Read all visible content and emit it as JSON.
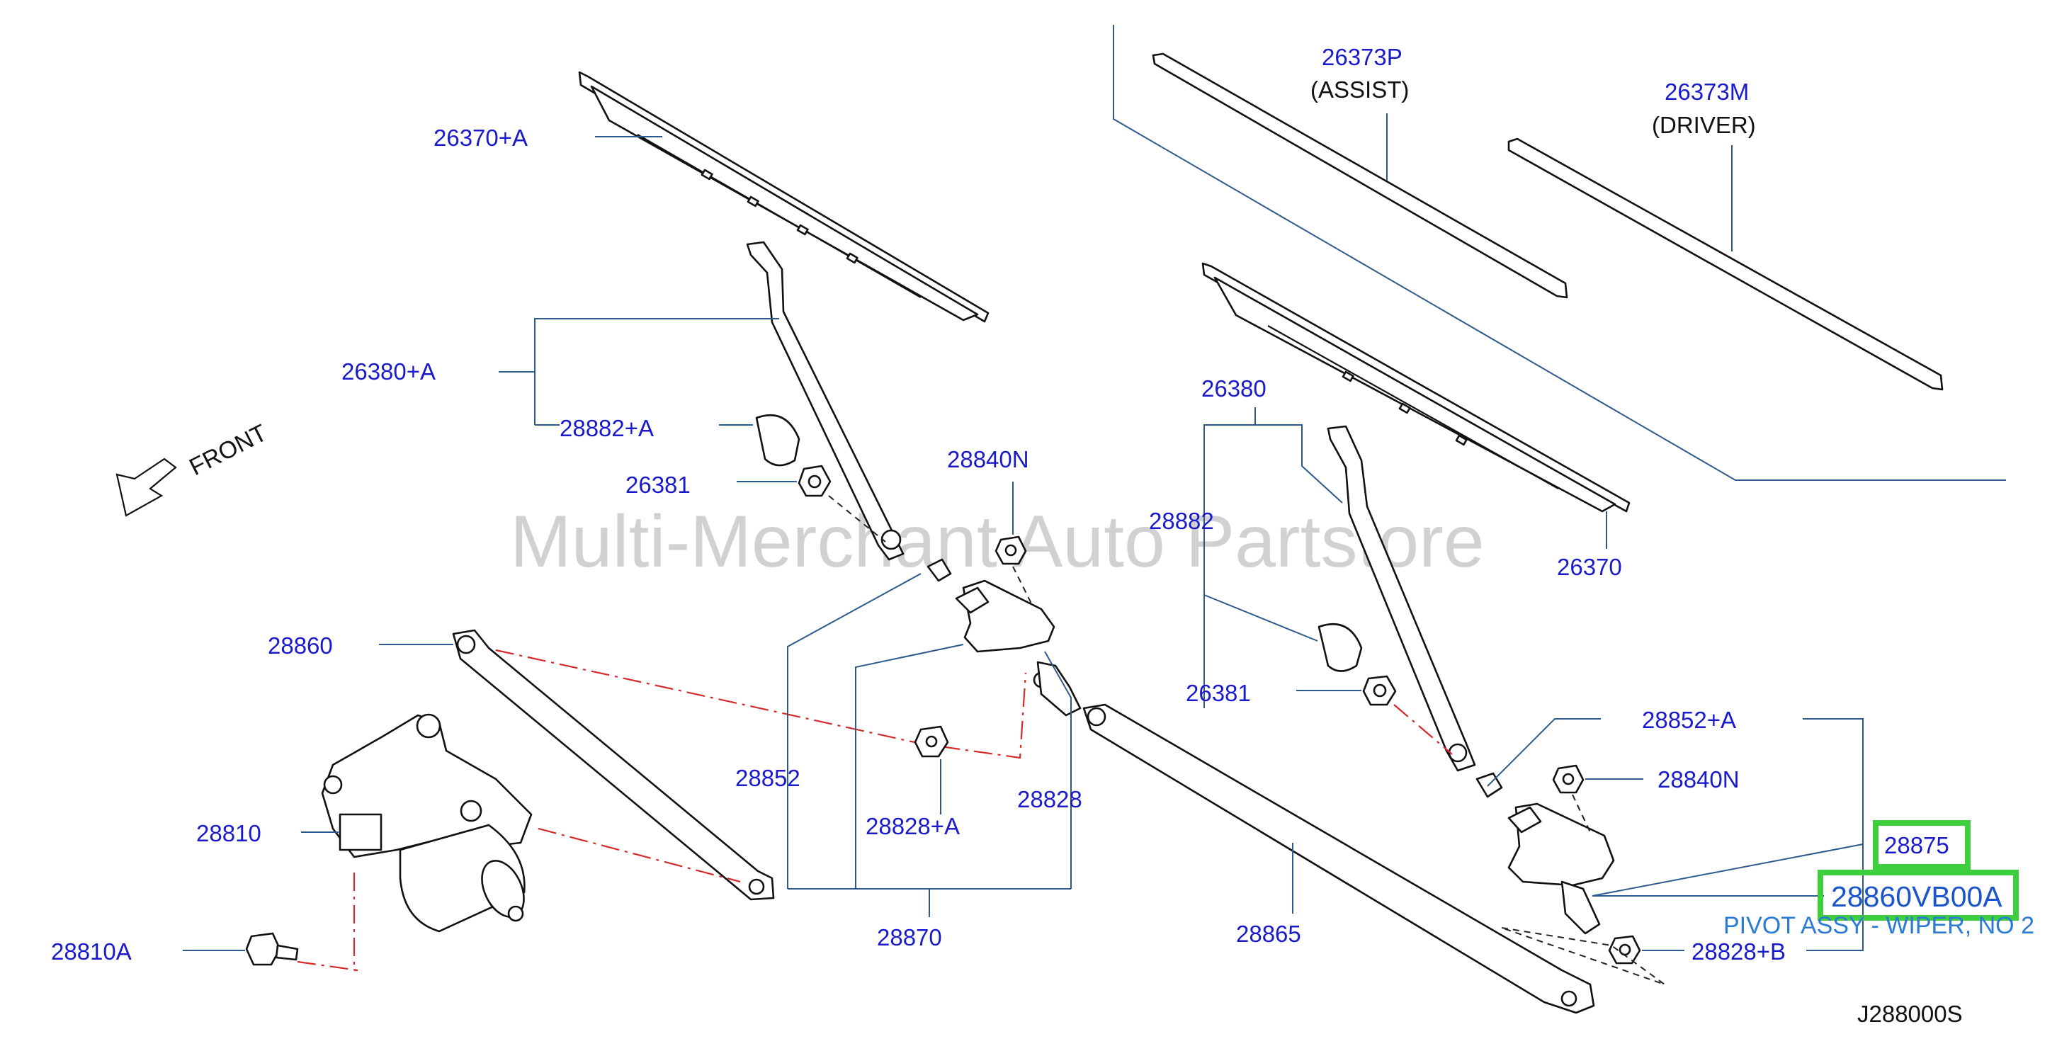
{
  "diagram": {
    "watermark": "Multi-Merchant Auto Partstore",
    "front_label": "FRONT",
    "catalog_ref": "J288000S",
    "labels": {
      "p26370A": "26370+A",
      "p26380A": "26380+A",
      "p28882A": "28882+A",
      "p26381_l": "26381",
      "p28840N_top": "28840N",
      "p28860": "28860",
      "p28810": "28810",
      "p28810A": "28810A",
      "p28852": "28852",
      "p28828A": "28828+A",
      "p28828": "28828",
      "p28870": "28870",
      "p28865": "28865",
      "p26373P": "26373P",
      "assist": "(ASSIST)",
      "p26373M": "26373M",
      "driver": "(DRIVER)",
      "p26380": "26380",
      "p28882": "28882",
      "p26370": "26370",
      "p26381_r": "26381",
      "p28852A": "28852+A",
      "p28840N_r": "28840N",
      "p28875": "28875",
      "p28860VB00A": "28860VB00A",
      "p28828B": "28828+B"
    },
    "highlighted_description": "PIVOT ASSY - WIPER, NO 2",
    "colors": {
      "label": "#1a1acd",
      "highlight": "#3ecf3e",
      "leader": "#2d5a8c",
      "dash": "#d42a2a"
    }
  }
}
